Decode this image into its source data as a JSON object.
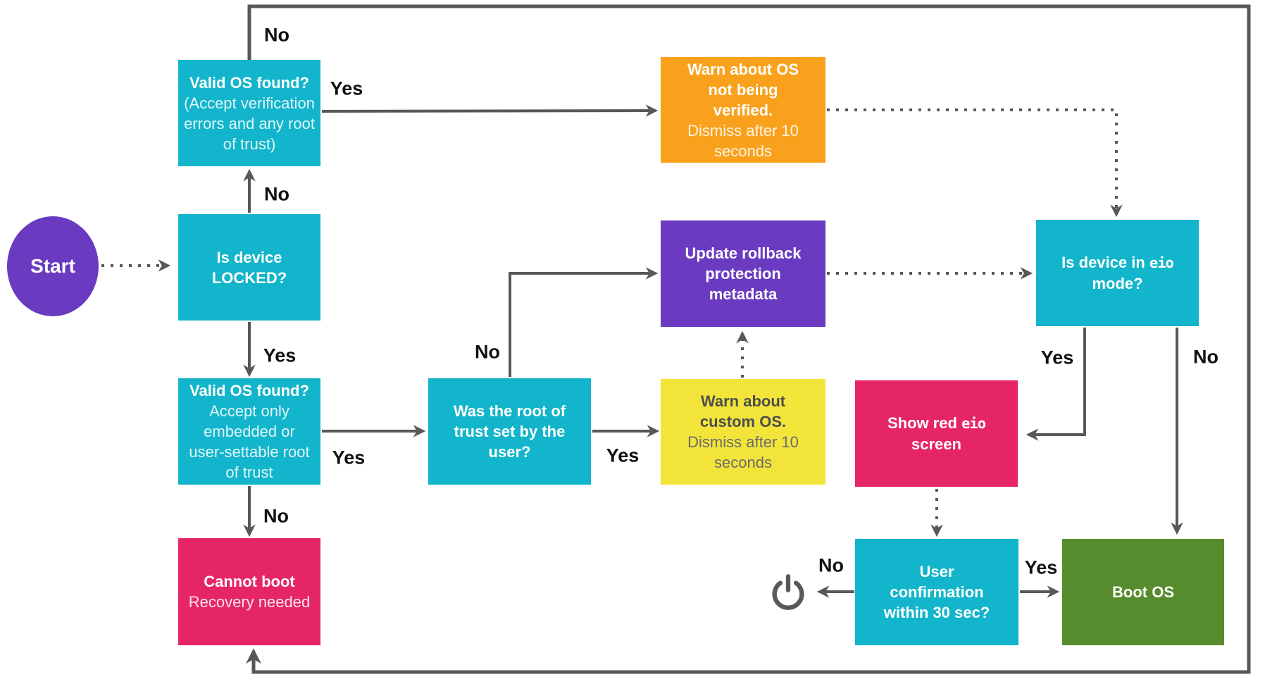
{
  "colors": {
    "cyan": "#12b5cb",
    "purple": "#6a3bc0",
    "orange": "#f9a11c",
    "yellow": "#f3e43a",
    "pink": "#e62565",
    "green": "#578c2e",
    "line": "#57585a",
    "label": "#111111",
    "yellow-ink": "#4c4d4f",
    "yellow-sub": "#696b6d"
  },
  "start": {
    "label": "Start"
  },
  "nodes": {
    "valid_os_any": {
      "title": "Valid OS found?",
      "subtitle": "(Accept verification\nerrors and any root\nof trust)"
    },
    "is_locked": {
      "title": "Is device\nLOCKED?"
    },
    "valid_os_strict": {
      "title": "Valid OS found?",
      "subtitle": "Accept only\nembedded or\nuser-settable root\nof trust"
    },
    "cannot_boot": {
      "title": "Cannot boot",
      "subtitle": "Recovery needed"
    },
    "was_root_user": {
      "title": "Was the root of\ntrust set by the\nuser?"
    },
    "warn_unverified": {
      "title": "Warn about OS\nnot being\nverified.",
      "subtitle": "Dismiss after 10\nseconds"
    },
    "update_rollback": {
      "title": "Update rollback\nprotection\nmetadata"
    },
    "warn_custom": {
      "title": "Warn about\ncustom OS.",
      "subtitle": "Dismiss after 10\nseconds"
    },
    "show_red_eio": {
      "title": "Show red eio\nscreen"
    },
    "eio_mode": {
      "title": "Is device in eio\nmode?"
    },
    "user_confirmation": {
      "title": "User\nconfirmation\nwithin 30 sec?"
    },
    "boot_os": {
      "title": "Boot OS"
    }
  },
  "edge_labels": {
    "no_top": "No",
    "yes_any": "Yes",
    "no_locked": "No",
    "yes_locked": "Yes",
    "no_strict": "No",
    "yes_strict": "Yes",
    "no_root": "No",
    "yes_root": "Yes",
    "yes_eio": "Yes",
    "no_eio": "No",
    "no_conf": "No",
    "yes_conf": "Yes"
  },
  "icons": {
    "power": "power-icon"
  }
}
